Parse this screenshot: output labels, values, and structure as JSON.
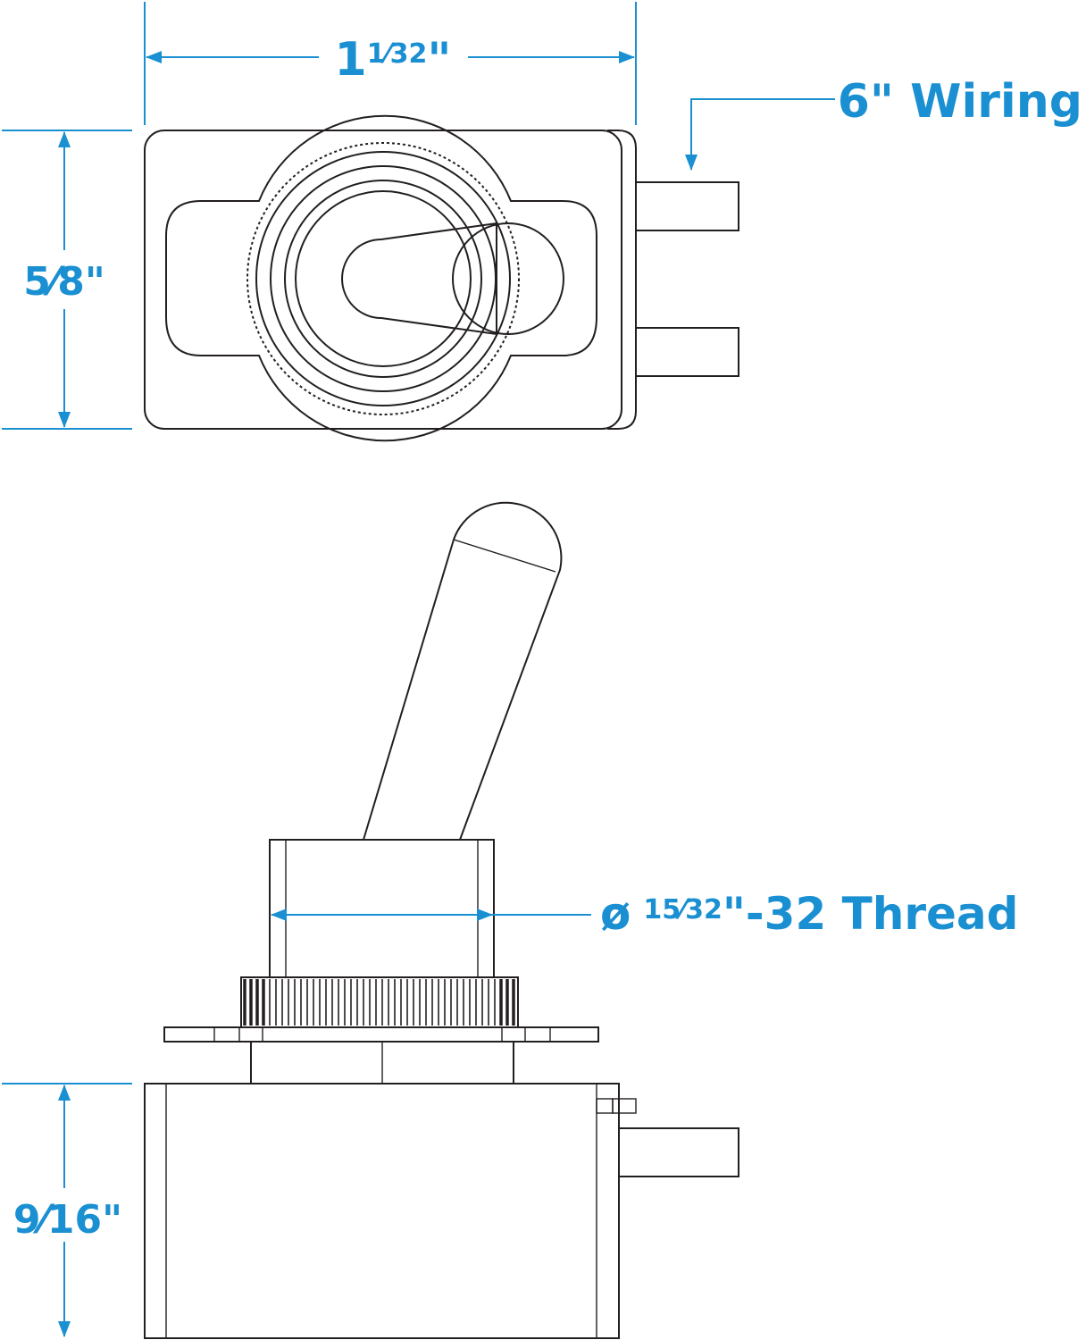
{
  "colors": {
    "dimension": "#1a8fd1",
    "outline": "#231f20",
    "background": "#ffffff"
  },
  "dimensions": {
    "overall_length": {
      "whole": "1",
      "fraction": "1⁄32",
      "unit": "\""
    },
    "height_top_view": {
      "fraction": "5⁄8",
      "unit": "\""
    },
    "wiring": "6\" Wiring",
    "thread_symbol": "ø",
    "thread_size": "15⁄32",
    "thread_suffix": "\"-32 Thread",
    "body_depth": {
      "fraction": "9⁄16",
      "unit": "\""
    }
  }
}
